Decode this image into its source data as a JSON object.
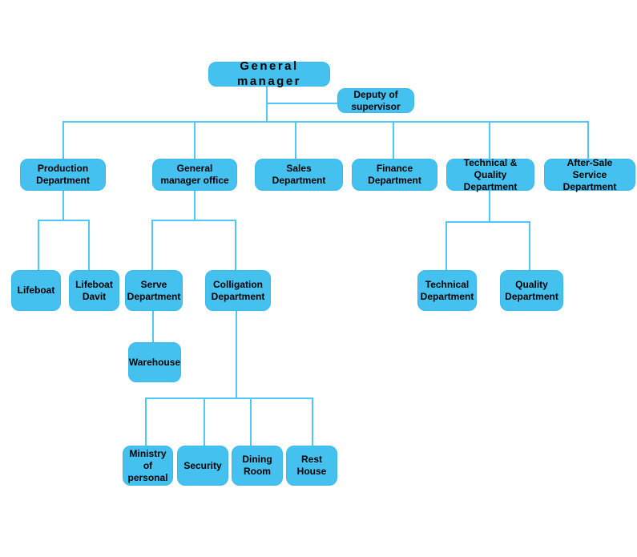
{
  "diagram": {
    "type": "org-chart",
    "colors": {
      "box_fill": "#45C1F0",
      "box_border": "#3BB8EA",
      "line": "#4FC8F8",
      "text": "#000000",
      "background": "#ffffff"
    },
    "nodes": [
      {
        "id": "general-manager",
        "label": "General manager"
      },
      {
        "id": "deputy-of-supervisor",
        "label": "Deputy of\nsupervisor"
      },
      {
        "id": "production-department",
        "label": "Production\nDepartment"
      },
      {
        "id": "general-manager-office",
        "label": "General\nmanager office"
      },
      {
        "id": "sales-department",
        "label": "Sales\nDepartment"
      },
      {
        "id": "finance-department",
        "label": "Finance\nDepartment"
      },
      {
        "id": "technical-quality-department",
        "label": "Technical & Quality\nDepartment"
      },
      {
        "id": "after-sale-service-department",
        "label": "After-Sale\nService Department"
      },
      {
        "id": "lifeboat",
        "label": "Lifeboat"
      },
      {
        "id": "lifeboat-davit",
        "label": "Lifeboat\nDavit"
      },
      {
        "id": "serve-department",
        "label": "Serve\nDepartment"
      },
      {
        "id": "colligation-department",
        "label": "Colligation\nDepartment"
      },
      {
        "id": "technical-department",
        "label": "Technical\nDepartment"
      },
      {
        "id": "quality-department",
        "label": "Quality\nDepartment"
      },
      {
        "id": "warehouse",
        "label": "Warehouse"
      },
      {
        "id": "ministry-of-personal",
        "label": "Ministry\nof personal"
      },
      {
        "id": "security",
        "label": "Security"
      },
      {
        "id": "dining-room",
        "label": "Dining\nRoom"
      },
      {
        "id": "rest-house",
        "label": "Rest\nHouse"
      }
    ],
    "edges": [
      "General manager -> Deputy of supervisor",
      "General manager -> Production Department",
      "General manager -> General manager office",
      "General manager -> Sales Department",
      "General manager -> Finance Department",
      "General manager -> Technical & Quality Department",
      "General manager -> After-Sale Service Department",
      "Production Department -> Lifeboat",
      "Production Department -> Lifeboat Davit",
      "General manager office -> Serve Department",
      "General manager office -> Colligation Department",
      "Serve Department -> Warehouse",
      "Colligation Department -> Ministry of personal",
      "Colligation Department -> Security",
      "Colligation Department -> Dining Room",
      "Colligation Department -> Rest House",
      "Technical & Quality Department -> Technical Department",
      "Technical & Quality Department -> Quality Department"
    ]
  }
}
